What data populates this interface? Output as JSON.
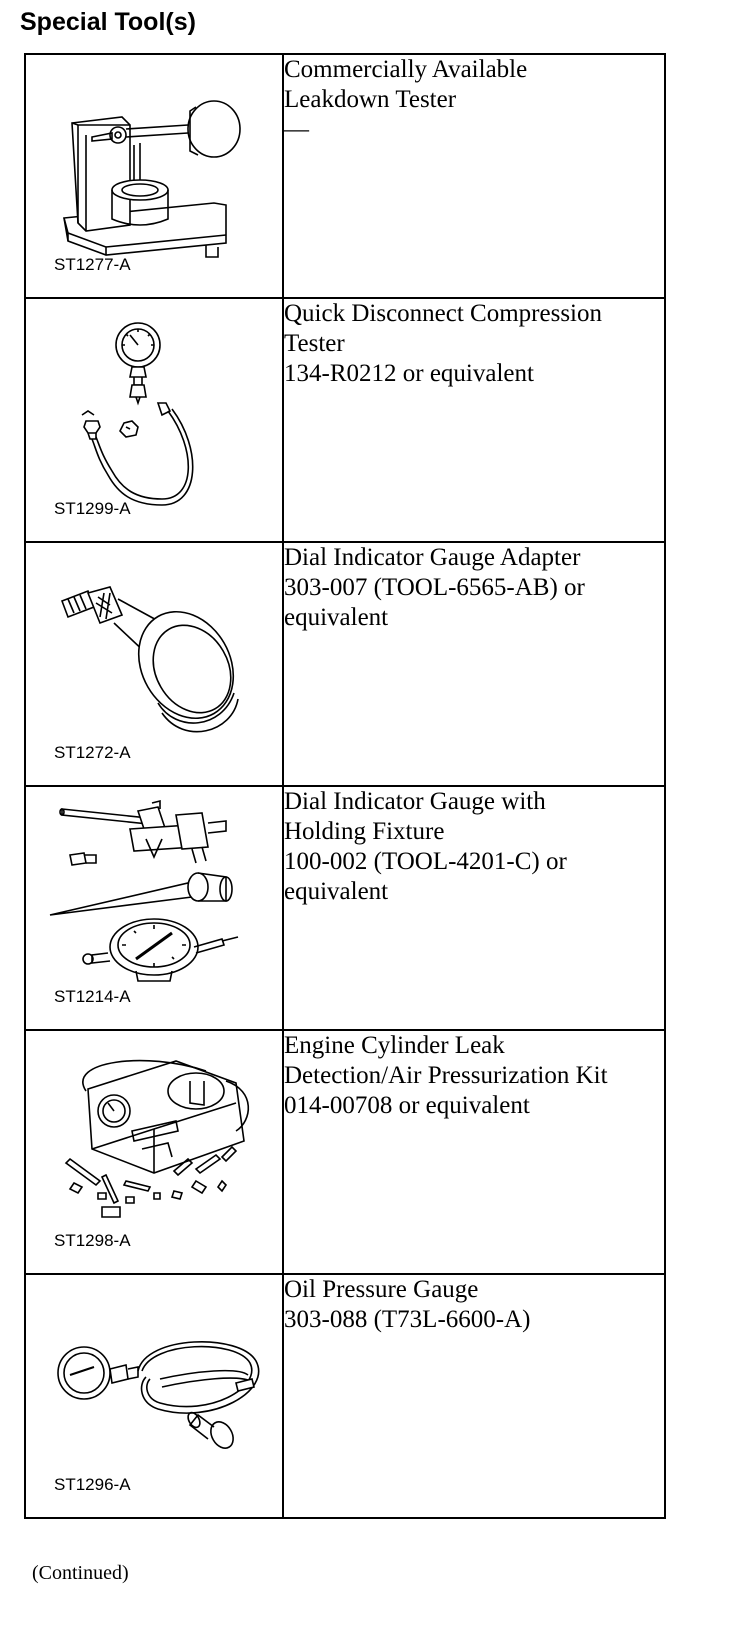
{
  "page": {
    "heading": "Special Tool(s)",
    "footer_note": "(Continued)"
  },
  "tools": [
    {
      "code": "ST1277-A",
      "illustration": "leakdown-tester-icon",
      "lines": [
        "Commercially Available",
        "Leakdown Tester",
        "—"
      ]
    },
    {
      "code": "ST1299-A",
      "illustration": "compression-tester-icon",
      "lines": [
        "Quick Disconnect Compression",
        "Tester",
        "134-R0212 or equivalent"
      ]
    },
    {
      "code": "ST1272-A",
      "illustration": "gauge-adapter-icon",
      "lines": [
        "Dial Indicator Gauge Adapter",
        "303-007 (TOOL-6565-AB) or",
        "equivalent"
      ]
    },
    {
      "code": "ST1214-A",
      "illustration": "dial-indicator-fixture-icon",
      "lines": [
        "Dial Indicator Gauge with",
        "Holding Fixture",
        "100-002 (TOOL-4201-C) or",
        "equivalent"
      ]
    },
    {
      "code": "ST1298-A",
      "illustration": "leak-detection-kit-icon",
      "lines": [
        "Engine Cylinder Leak",
        "Detection/Air Pressurization Kit",
        "014-00708 or equivalent"
      ]
    },
    {
      "code": "ST1296-A",
      "illustration": "oil-pressure-gauge-icon",
      "lines": [
        "Oil Pressure Gauge",
        "303-088 (T73L-6600-A)"
      ]
    }
  ]
}
